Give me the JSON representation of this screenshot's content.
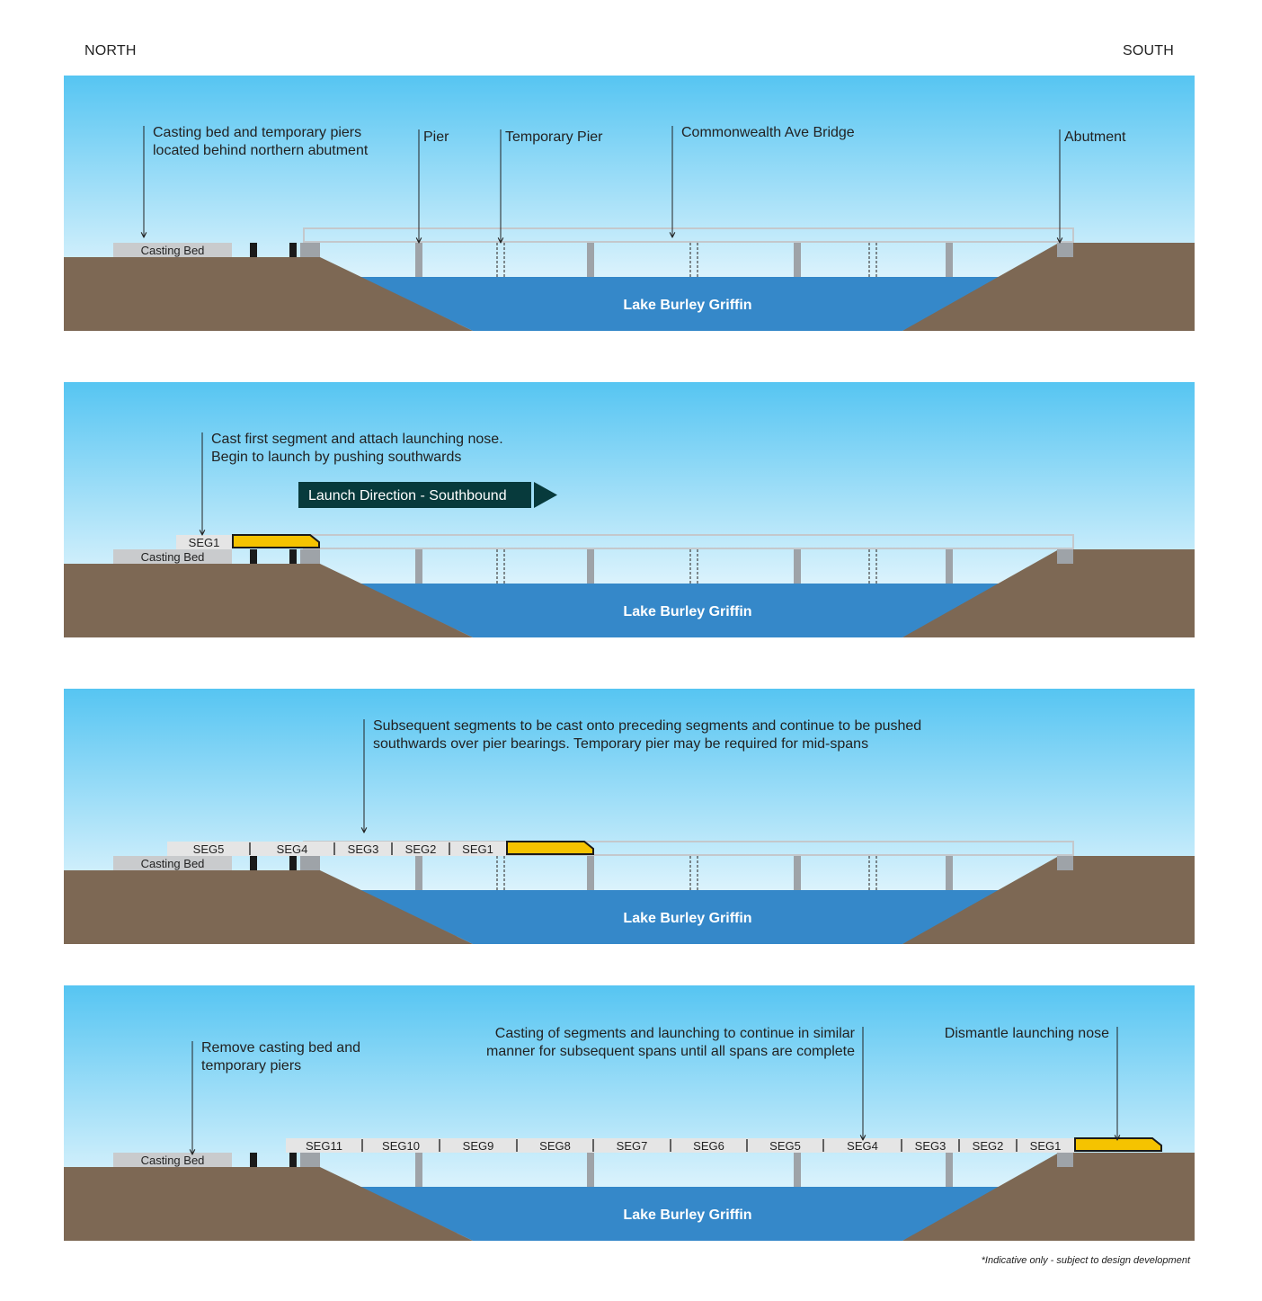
{
  "directions": {
    "north": "NORTH",
    "south": "SOUTH"
  },
  "common": {
    "lake_label": "Lake Burley Griffin",
    "casting_bed_label": "Casting Bed"
  },
  "colors": {
    "sky_top": "#56c5f2",
    "sky_bottom": "#ffffff",
    "ground": "#7d6854",
    "water": "#3588c9",
    "nose": "#f5c300",
    "arrow_box": "#073a3c",
    "segment_fill": "#e5e5e5"
  },
  "panels": [
    {
      "notes": [
        {
          "lines": [
            "Casting bed and temporary piers",
            "located behind northern abutment"
          ]
        },
        {
          "lines": [
            "Pier"
          ]
        },
        {
          "lines": [
            "Temporary Pier"
          ]
        },
        {
          "lines": [
            "Commonwealth Ave Bridge"
          ]
        },
        {
          "lines": [
            "Abutment"
          ]
        }
      ]
    },
    {
      "notes": [
        {
          "lines": [
            "Cast first segment and attach launching nose.",
            "Begin to launch by pushing southwards"
          ]
        }
      ],
      "launch_label": "Launch Direction - Southbound",
      "segments": [
        "SEG1"
      ]
    },
    {
      "notes": [
        {
          "lines": [
            "Subsequent segments to be cast onto preceding segments and continue to be pushed",
            "southwards over pier bearings. Temporary pier may be required for mid-spans"
          ]
        }
      ],
      "segments": [
        "SEG5",
        "SEG4",
        "SEG3",
        "SEG2",
        "SEG1"
      ]
    },
    {
      "notes": [
        {
          "lines": [
            "Remove casting bed and",
            "temporary piers"
          ]
        },
        {
          "lines": [
            "Casting of segments and launching to continue in similar",
            "manner for subsequent spans until all spans are complete"
          ]
        },
        {
          "lines": [
            "Dismantle launching nose"
          ]
        }
      ],
      "segments": [
        "SEG11",
        "SEG10",
        "SEG9",
        "SEG8",
        "SEG7",
        "SEG6",
        "SEG5",
        "SEG4",
        "SEG3",
        "SEG2",
        "SEG1"
      ]
    }
  ],
  "footnote": "*Indicative only - subject to design development"
}
